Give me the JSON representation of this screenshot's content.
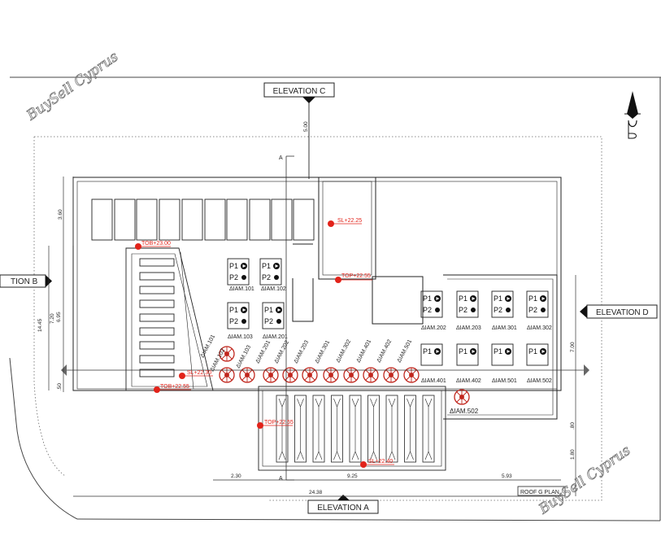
{
  "watermark": "BuySell Cyprus",
  "elevations": {
    "top": "ELEVATION C",
    "left": "TION B",
    "right": "ELEVATION D",
    "bottom": "ELEVATION A"
  },
  "plan_label": "ROOF G PLAN",
  "section_marker": "A",
  "levels": {
    "tob_2300": "TOB+23.00",
    "sl_2225": "SL+22.25",
    "top_2255_upper": "TOP+22.55",
    "sl_2220": "SL+22.30",
    "tob_2255": "TOB+22.55",
    "top_2255_lower": "TOP+22.55",
    "sl_bottom": "SL+22.40"
  },
  "dims": {
    "top_500": "5.00",
    "left_360": "3.60",
    "left_1445": "14.45",
    "left_720": "7.20",
    "left_695": "6.95",
    "left_50": ".50",
    "right_700": "7.00",
    "right_80": ".80",
    "right_180": "1.80",
    "bottom_230": "2.30",
    "bottom_925": "9.25",
    "bottom_593": "5.93",
    "bottom_2438": "24.38"
  },
  "p1": "P1",
  "p2": "P2",
  "meters": [
    "ΔIAM.101",
    "ΔIAM.102",
    "ΔIAM.103",
    "ΔIAM.201",
    "ΔIAM.202",
    "ΔIAM.203",
    "ΔIAM.301",
    "ΔIAM.302",
    "ΔIAM.401",
    "ΔIAM.402",
    "ΔIAM.501",
    "ΔIAM.502"
  ],
  "diagonal_labels": [
    "ΔIAM.101",
    "ΔIAM.102",
    "ΔIAM.103",
    "ΔIAM.201",
    "ΔIAM.202",
    "ΔIAM.203",
    "ΔIAM.301",
    "ΔIAM.302",
    "ΔIAM.401",
    "ΔIAM.402",
    "ΔIAM.501"
  ]
}
